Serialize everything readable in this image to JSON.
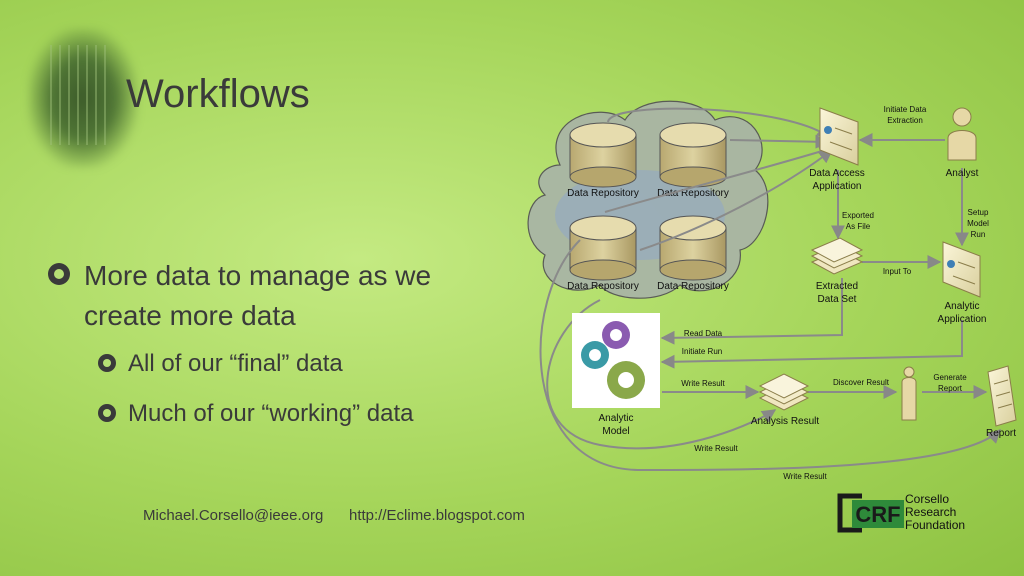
{
  "slide": {
    "title": "Workflows",
    "bullets": [
      {
        "text": "More data to manage as we create more data"
      },
      {
        "text": "All of our “final” data"
      },
      {
        "text": "Much of our “working” data"
      }
    ],
    "footer": {
      "email": "Michael.Corsello@ieee.org",
      "url": "http://Eclime.blogspot.com"
    },
    "logo": {
      "mark": "CRF",
      "lines": [
        "Corsello",
        "Research",
        "Foundation"
      ]
    }
  },
  "diagram": {
    "nodes": {
      "repo1": "Data Repository",
      "repo2": "Data Repository",
      "repo3": "Data Repository",
      "repo4": "Data Repository",
      "data_access_app": [
        "Data Access",
        "Application"
      ],
      "analyst": "Analyst",
      "extracted": [
        "Extracted",
        "Data Set"
      ],
      "analytic_app": [
        "Analytic",
        "Application"
      ],
      "analytic_model": [
        "Analytic",
        "Model"
      ],
      "analysis_result": "Analysis Result",
      "report": "Report"
    },
    "edges": {
      "initiate_data_extraction": [
        "Initiate Data",
        "Extraction"
      ],
      "exported_as_file": [
        "Exported",
        "As File"
      ],
      "setup_model_run": [
        "Setup",
        "Model",
        "Run"
      ],
      "input_to": "Input To",
      "read_data": "Read Data",
      "initiate_run": "Initiate Run",
      "write_result_1": "Write Result",
      "discover_result": "Discover Result",
      "generate_report": [
        "Generate",
        "Report"
      ],
      "write_result_2": "Write Result",
      "write_result_3": "Write Result"
    }
  }
}
